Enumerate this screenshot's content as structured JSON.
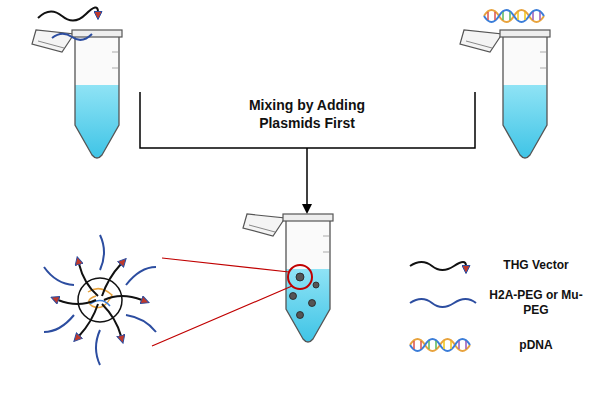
{
  "diagram": {
    "labels": [
      "Mixing by Adding Plasmids First"
    ],
    "legend": [
      {
        "text": "THG Vector"
      },
      {
        "text": "H2A-PEG or Mu-PEG"
      },
      {
        "text": "pDNA"
      }
    ]
  }
}
